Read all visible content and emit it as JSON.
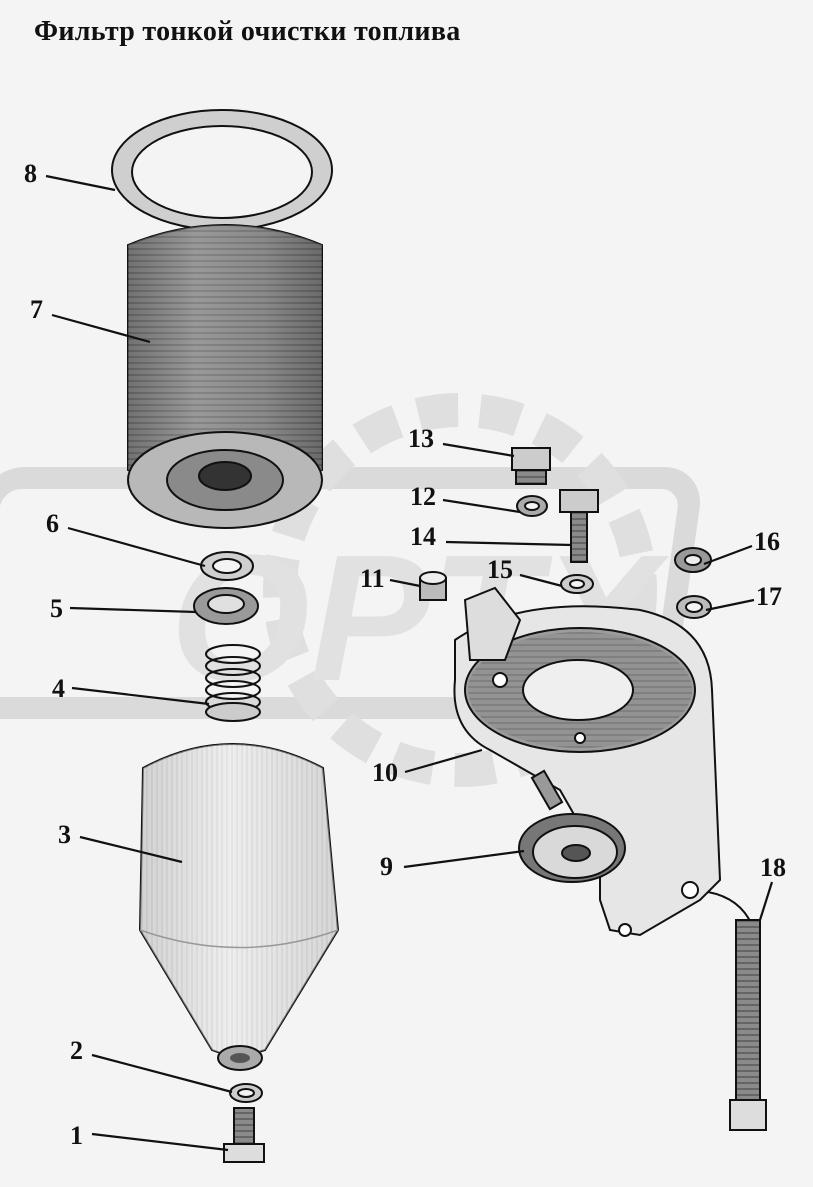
{
  "title": "Фильтр тонкой очистки топлива",
  "watermark": {
    "text": "OPTX",
    "color": "#d8d8d8"
  },
  "parts": [
    {
      "id": "1",
      "label": "1"
    },
    {
      "id": "2",
      "label": "2"
    },
    {
      "id": "3",
      "label": "3"
    },
    {
      "id": "4",
      "label": "4"
    },
    {
      "id": "5",
      "label": "5"
    },
    {
      "id": "6",
      "label": "6"
    },
    {
      "id": "7",
      "label": "7"
    },
    {
      "id": "8",
      "label": "8"
    },
    {
      "id": "9",
      "label": "9"
    },
    {
      "id": "10",
      "label": "10"
    },
    {
      "id": "11",
      "label": "11"
    },
    {
      "id": "12",
      "label": "12"
    },
    {
      "id": "13",
      "label": "13"
    },
    {
      "id": "14",
      "label": "14"
    },
    {
      "id": "15",
      "label": "15"
    },
    {
      "id": "16",
      "label": "16"
    },
    {
      "id": "17",
      "label": "17"
    },
    {
      "id": "18",
      "label": "18"
    }
  ]
}
